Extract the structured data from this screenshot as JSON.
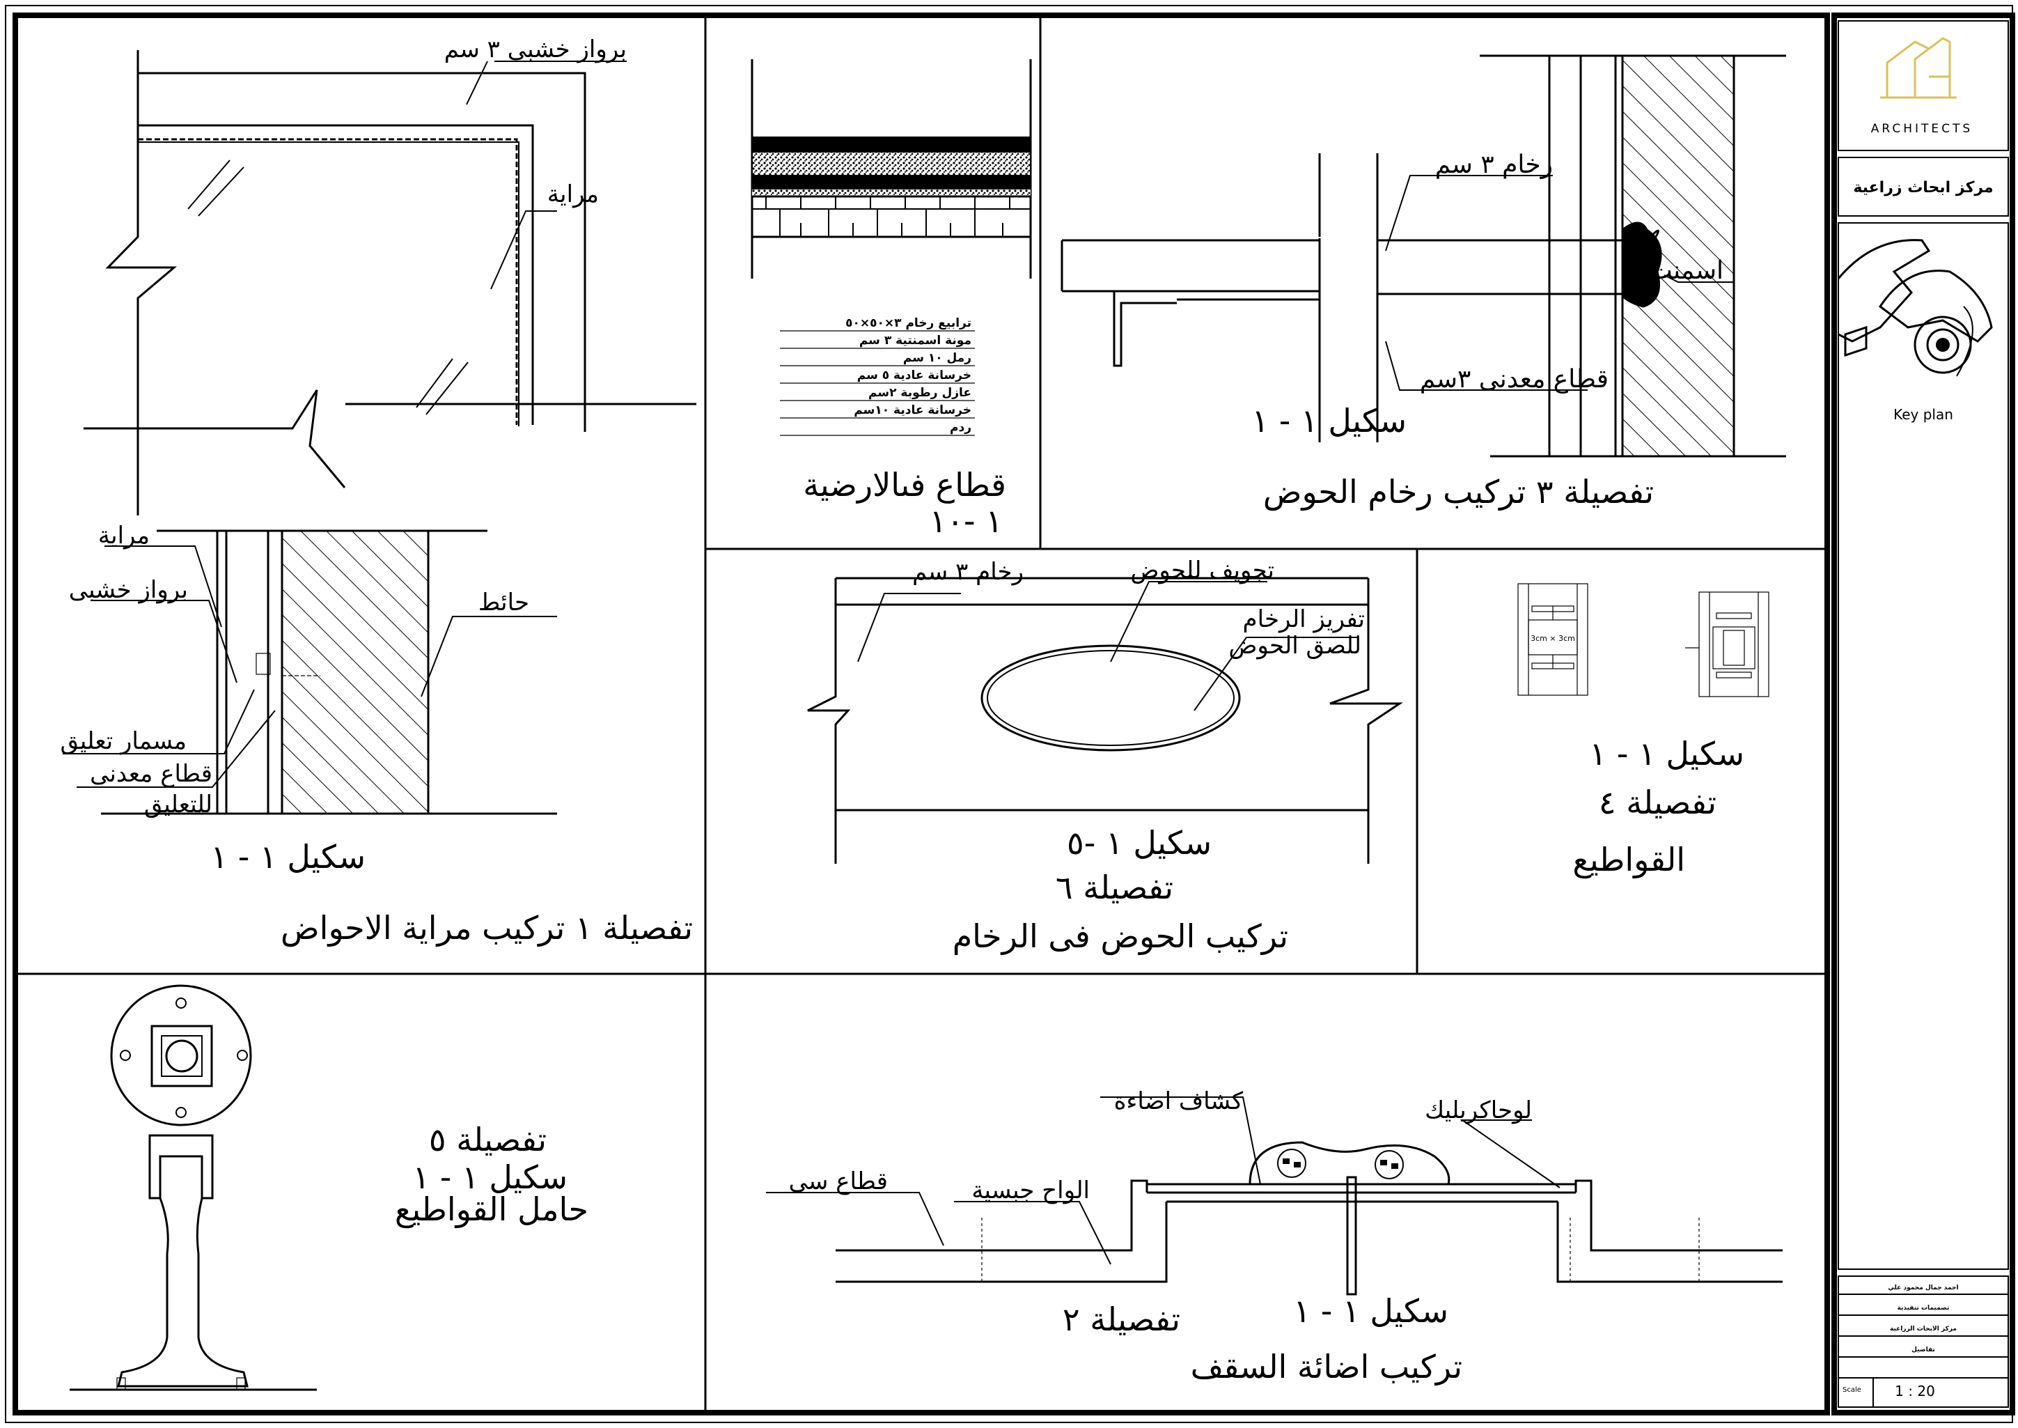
{
  "titleblock": {
    "firm": "ARCHITECTS",
    "project": "مركز ابحاث زراعية",
    "key_plan": "Key plan",
    "rows": [
      "احمد جمال محمود علي",
      "تصميمات تنفيذية",
      "مركز الابحاث الزراعية",
      "تفاصيل"
    ],
    "scale_label": "Scale",
    "scale_value": "1 : 20"
  },
  "detail_mirror": {
    "label_frame_3cm": "برواز خشبى  ٣ سم",
    "label_mirror_top": "مراية",
    "label_mirror": "مراية",
    "label_frame": "برواز خشبى",
    "label_wall": "حائط",
    "label_nail": "مسمار تعليق",
    "label_metal": "قطاع معدنى",
    "label_hang": "للتعليق",
    "scale": "سكيل  ١ - ١",
    "title": "تفصيلة   ١    تركيب مراية الاحواض"
  },
  "detail_floor": {
    "layers": [
      "ترابيع رخام ٣×٥٠×٥٠",
      "مونة اسمنتية   ٣ سم",
      "رمل  ١٠ سم",
      "خرسانة عادية   ٥ سم",
      "عازل رطوبة  ٢سم",
      "خرسانة عادية  ١٠سم",
      "ردم"
    ],
    "title": "قطاع فىالارضية",
    "scale": "١ -١٠"
  },
  "detail_3": {
    "label_marble": "رخام  ٣ سم",
    "label_cement": "اسمنت",
    "label_metal": "قطاع معدنى   ٣سم",
    "scale": "سكيل  ١ - ١",
    "title": "تفصيلة   ٣   تركيب رخام الحوض"
  },
  "detail_6": {
    "label_marble": "رخام  ٣ سم",
    "label_basin": "تجويف للحوض",
    "label_groove": "تفريز الرخام",
    "label_groove2": "للصق الحوض",
    "scale": "سكيل  ١ -٥",
    "detail_no": "تفصيلة  ٦",
    "title": "تركيب الحوض فى الرخام"
  },
  "detail_4": {
    "tag1": "3cm × 3cm",
    "scale": "سكيل  ١ - ١",
    "detail_no": "تفصيلة  ٤",
    "title": "القواطيع"
  },
  "detail_5": {
    "detail_no": "تفصيلة  ٥",
    "scale": "سكيل  ١ - ١",
    "title": "حامل القواطيع"
  },
  "detail_2": {
    "label_spot": "كشاف اضاءة",
    "label_acrylic": "لوحاكريليك",
    "label_section": "قطاع سى",
    "label_gypsum": "الواح جبسية",
    "scale": "سكيل  ١ - ١",
    "detail_no": "تفصيلة   ٢",
    "title": "تركيب اضائة السقف"
  }
}
